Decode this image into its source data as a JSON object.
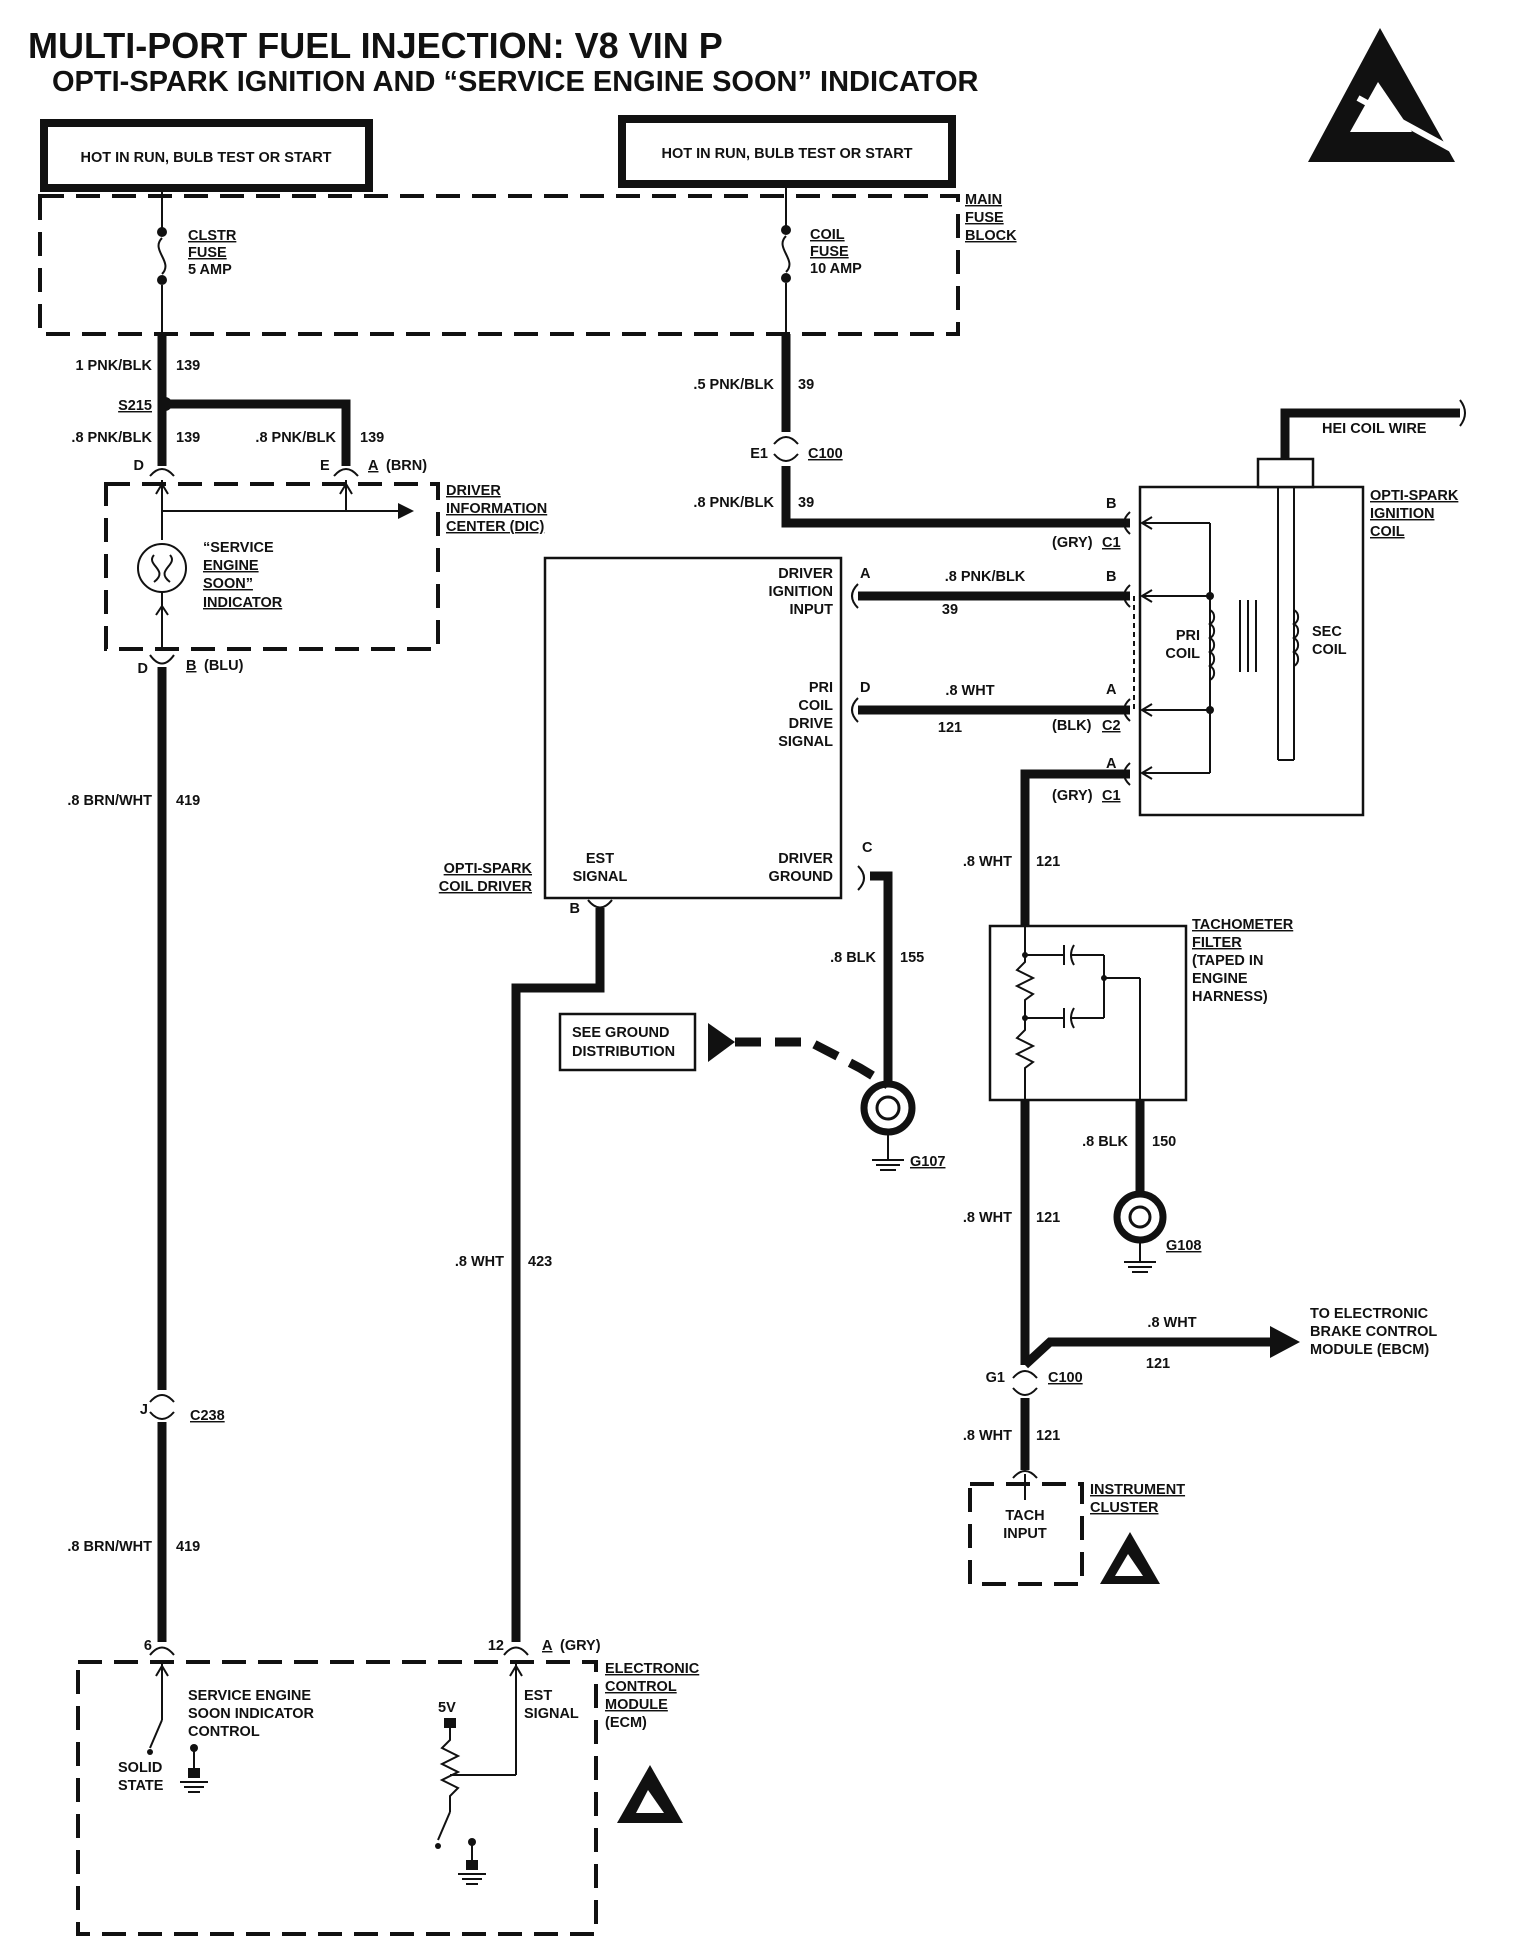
{
  "title": {
    "line1": "MULTI-PORT FUEL INJECTION:  V8  VIN P",
    "line2": "OPTI-SPARK IGNITION AND “SERVICE ENGINE SOON” INDICATOR"
  },
  "power_sources": {
    "left": "HOT IN RUN, BULB TEST OR START",
    "right": "HOT IN RUN, BULB TEST OR START"
  },
  "fuse_block": {
    "label": [
      "MAIN",
      "FUSE",
      "BLOCK"
    ],
    "clstr_fuse": [
      "CLSTR",
      "FUSE",
      "5 AMP"
    ],
    "coil_fuse": [
      "COIL",
      "FUSE",
      "10 AMP"
    ]
  },
  "wires": {
    "w1": "1 PNK/BLK",
    "w1_circuit": "139",
    "w2": ".5 PNK/BLK",
    "w2_circuit": "39",
    "splice": "S215",
    "w3": ".8 PNK/BLK",
    "w3_circuit": "139",
    "w4": ".8 PNK/BLK",
    "w4_circuit": "139",
    "w5": ".8 PNK/BLK",
    "w5_circuit": "39",
    "w6": ".8 PNK/BLK",
    "w6_circuit": "39",
    "w7": ".8 WHT",
    "w7_circuit": "121",
    "w8": ".8 BRN/WHT",
    "w8_circuit": "419",
    "w9": ".8 WHT",
    "w9_circuit": "121",
    "w10": ".8 BLK",
    "w10_circuit": "155",
    "w11": ".8 BLK",
    "w11_circuit": "150",
    "w12": ".8 WHT",
    "w12_circuit": "121",
    "w13": ".8 WHT",
    "w13_circuit": "121",
    "w14": ".8 WHT",
    "w14_circuit": "423",
    "w15": ".8 BRN/WHT",
    "w15_circuit": "419",
    "w16": ".8 WHT",
    "w16_circuit": "121"
  },
  "connectors": {
    "c100_top": "C100",
    "c100_top_pin": "E1",
    "dic_pin_d_top": "D",
    "dic_pin_e": "E",
    "dic_pin_a": "A",
    "dic_pin_a_color": "(BRN)",
    "dic_pin_d_bottom": "D",
    "dic_pin_b": "B",
    "dic_pin_b_color": "(BLU)",
    "coil_c1_pin_b": "B",
    "coil_c1_top": "C1",
    "coil_c1_top_color": "(GRY)",
    "coil_pin_b2": "B",
    "coil_pin_a2": "A",
    "coil_c2": "C2",
    "coil_c2_color": "(BLK)",
    "coil_pin_a3": "A",
    "coil_c1_bottom": "C1",
    "coil_c1_bottom_color": "(GRY)",
    "driver_pin_a": "A",
    "driver_pin_d": "D",
    "driver_pin_c": "C",
    "driver_pin_b": "B",
    "c238": "C238",
    "c238_pin": "J",
    "c100_bottom": "C100",
    "c100_bottom_pin": "G1",
    "ecm_pin_6": "6",
    "ecm_pin_12": "12",
    "ecm_pin_a": "A",
    "ecm_pin_a_color": "(GRY)"
  },
  "components": {
    "dic_label": [
      "DRIVER",
      "INFORMATION",
      "CENTER (DIC)"
    ],
    "ses_indicator": [
      "“SERVICE",
      "ENGINE",
      "SOON”",
      "INDICATOR"
    ],
    "coil_driver_label": [
      "OPTI-SPARK",
      "COIL DRIVER"
    ],
    "driver_ignition_input": [
      "DRIVER",
      "IGNITION",
      "INPUT"
    ],
    "pri_coil_drive": [
      "PRI",
      "COIL",
      "DRIVE",
      "SIGNAL"
    ],
    "est_signal": [
      "EST",
      "SIGNAL"
    ],
    "driver_ground": [
      "DRIVER",
      "GROUND"
    ],
    "hei_coil_wire": "HEI COIL WIRE",
    "opti_spark_coil": [
      "OPTI-SPARK",
      "IGNITION",
      "COIL"
    ],
    "pri_coil": [
      "PRI",
      "COIL"
    ],
    "sec_coil": [
      "SEC",
      "COIL"
    ],
    "see_ground": [
      "SEE GROUND",
      "DISTRIBUTION"
    ],
    "g107": "G107",
    "g108": "G108",
    "tach_filter": [
      "TACHOMETER",
      "FILTER",
      "(TAPED IN",
      "ENGINE",
      "HARNESS)"
    ],
    "ebcm": [
      "TO ELECTRONIC",
      "BRAKE CONTROL",
      "MODULE (EBCM)"
    ],
    "tach_input": [
      "TACH",
      "INPUT"
    ],
    "instrument_cluster": [
      "INSTRUMENT",
      "CLUSTER"
    ],
    "ses_control": [
      "SERVICE ENGINE",
      "SOON INDICATOR",
      "CONTROL"
    ],
    "solid_state": [
      "SOLID",
      "STATE"
    ],
    "five_v": "5V",
    "ecm_est_signal": [
      "EST",
      "SIGNAL"
    ],
    "ecm_label": [
      "ELECTRONIC",
      "CONTROL",
      "MODULE",
      "(ECM)"
    ]
  }
}
